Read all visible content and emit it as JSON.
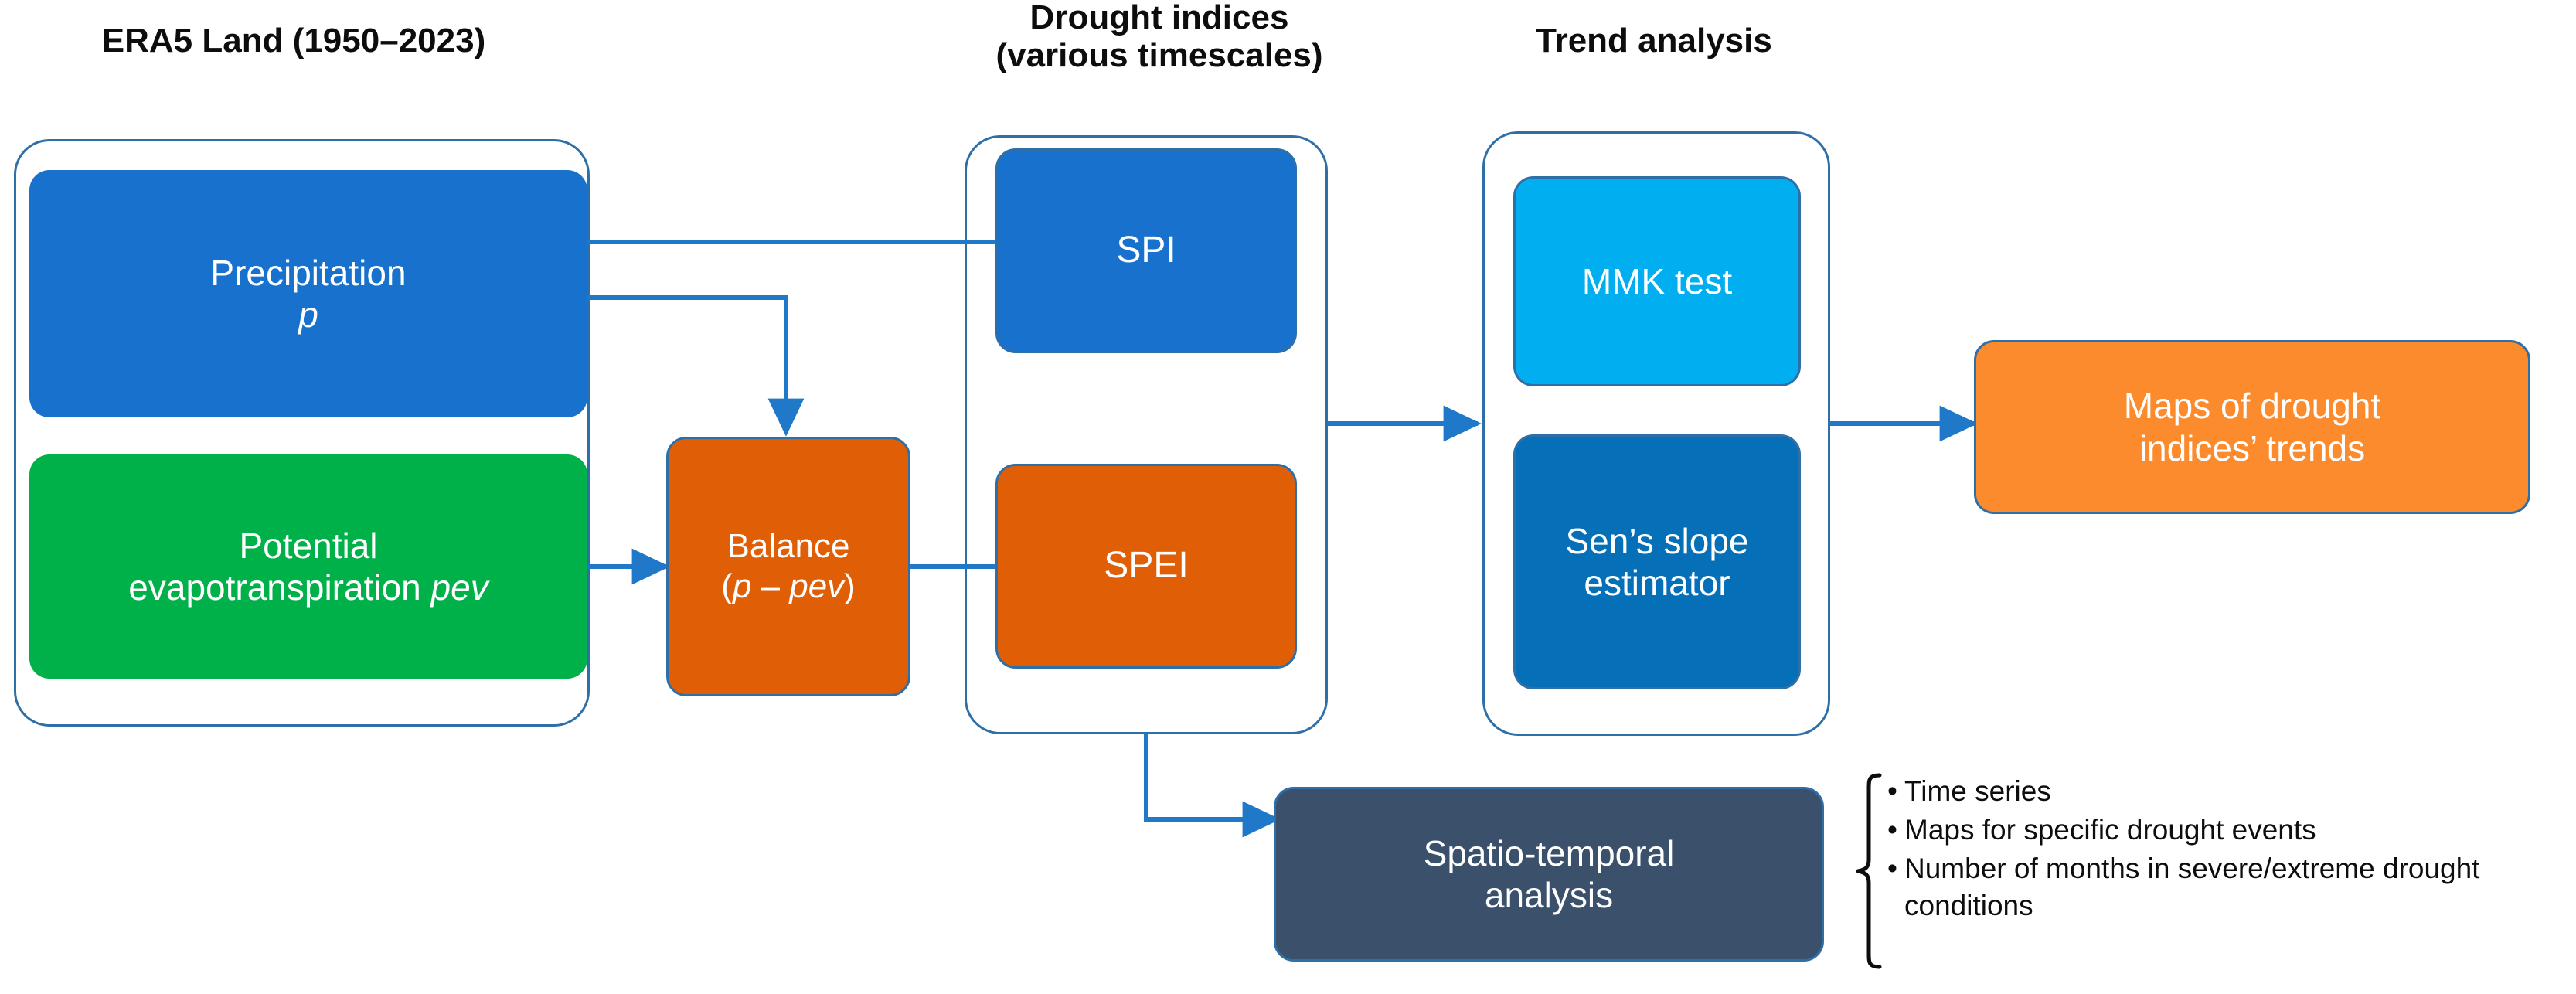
{
  "diagram": {
    "title": "Drought indices methodology flowchart",
    "headings": {
      "source": "ERA5 Land (1950–2023)",
      "indices_line1": "Drought indices",
      "indices_line2": "(various timescales)",
      "trend": "Trend analysis"
    },
    "nodes": {
      "precipitation": {
        "line1": "Precipitation",
        "line2": "p",
        "color": "#1971CE"
      },
      "pev": {
        "line1": "Potential",
        "line2": "evapotranspiration ",
        "symbol": "pev",
        "color": "#00B14A"
      },
      "balance": {
        "line1": "Balance",
        "line2_open": "(",
        "line2_p": "p",
        "line2_minus": " – ",
        "line2_pev": "pev",
        "line2_close": ")",
        "color": "#E05E06"
      },
      "spi": {
        "label": "SPI",
        "color": "#1971CE"
      },
      "spei": {
        "label": "SPEI",
        "color": "#E05E06"
      },
      "mmk": {
        "label": "MMK test",
        "color": "#01AEEF"
      },
      "sens": {
        "line1": "Sen’s slope",
        "line2": "estimator",
        "color": "#0570B8"
      },
      "maps": {
        "line1": "Maps of drought",
        "line2": "indices’ trends",
        "color": "#FB8B2C"
      },
      "spatiotemporal": {
        "line1": "Spatio-temporal",
        "line2": "analysis",
        "color": "#3B506B"
      }
    },
    "outputs": {
      "bullet_glyph": "•",
      "items": [
        "Time series",
        "Maps for specific drought events",
        "Number of months in severe/extreme drought conditions"
      ]
    },
    "colors": {
      "arrow": "#1F78C8",
      "group_border": "#2E6FA8",
      "text_dark": "#0d0d0d",
      "background": "#ffffff"
    }
  }
}
